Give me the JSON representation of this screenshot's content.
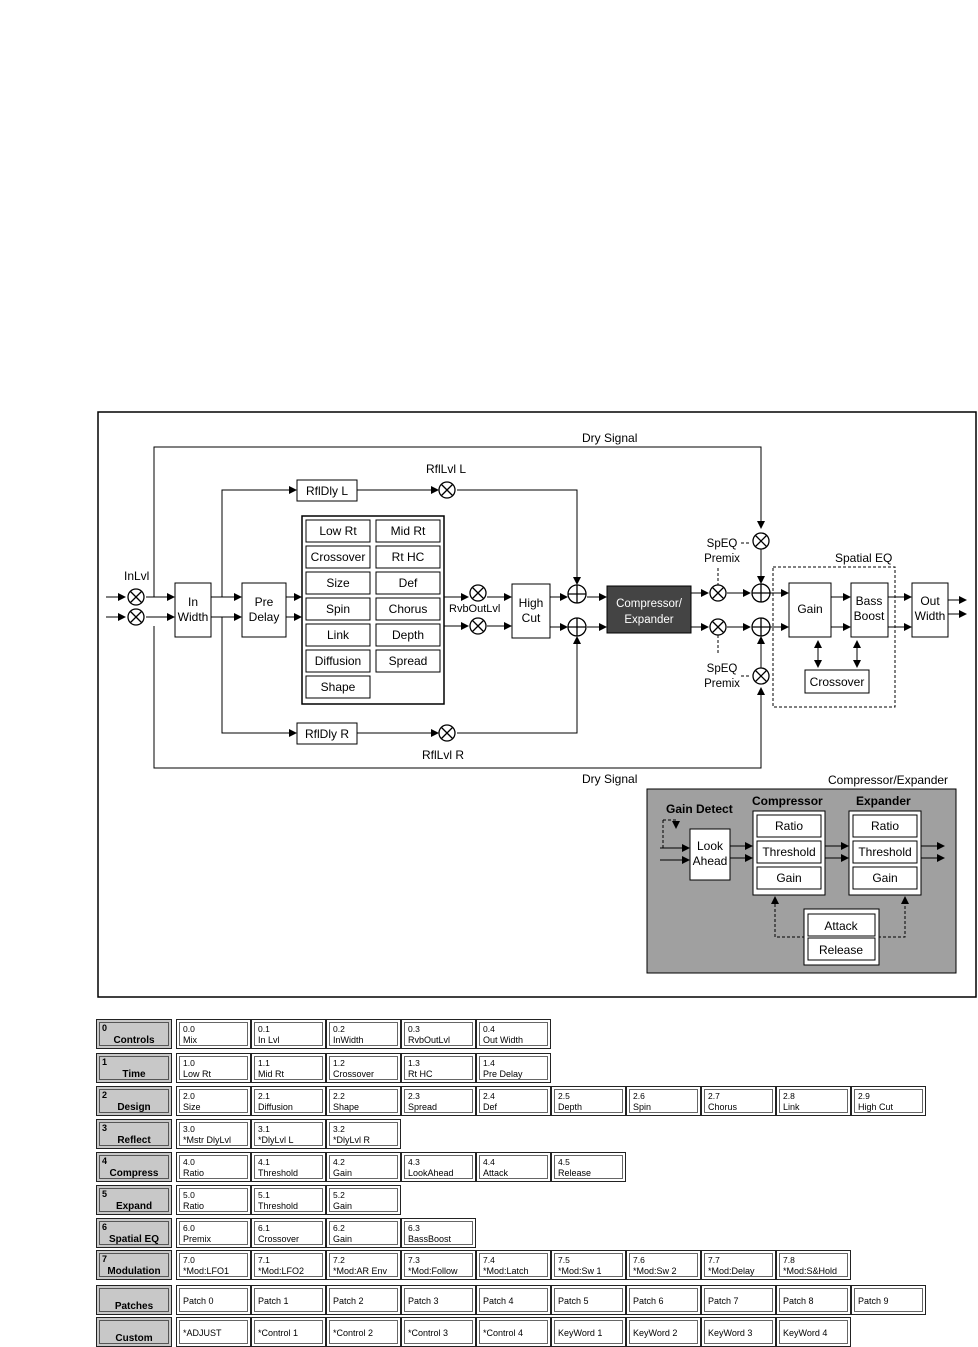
{
  "diagram": {
    "dry_signal_top": "Dry Signal",
    "dry_signal_bottom": "Dry Signal",
    "in_lvl": "InLvl",
    "in_width": [
      "In",
      "Width"
    ],
    "pre_delay": [
      "Pre",
      "Delay"
    ],
    "rfl_dly_l": "RflDly L",
    "rfl_dly_r": "RflDly R",
    "rfl_lvl_l": "RflLvl L",
    "rfl_lvl_r": "RflLvl R",
    "reverb_params_left": [
      "Low Rt",
      "Crossover",
      "Size",
      "Spin",
      "Link",
      "Diffusion",
      "Shape"
    ],
    "reverb_params_right": [
      "Mid Rt",
      "Rt HC",
      "Def",
      "Chorus",
      "Depth",
      "Spread"
    ],
    "rvb_out_lvl": "RvbOutLvl",
    "high_cut": [
      "High",
      "Cut"
    ],
    "compressor_expander_block": [
      "Compressor/",
      "Expander"
    ],
    "speq_premix_top": [
      "SpEQ",
      "Premix"
    ],
    "speq_premix_bottom": [
      "SpEQ",
      "Premix"
    ],
    "spatial_eq_title": "Spatial EQ",
    "gain": "Gain",
    "bass_boost": [
      "Bass",
      "Boost"
    ],
    "crossover": "Crossover",
    "out_width": [
      "Out",
      "Width"
    ],
    "comp_exp_panel_title": "Compressor/Expander",
    "gain_detect": "Gain Detect",
    "look_ahead": [
      "Look",
      "Ahead"
    ],
    "compressor_title": "Compressor",
    "expander_title": "Expander",
    "compressor_params": [
      "Ratio",
      "Threshold",
      "Gain"
    ],
    "expander_params": [
      "Ratio",
      "Threshold",
      "Gain"
    ],
    "attack": "Attack",
    "release": "Release"
  },
  "param_table": [
    {
      "num": "0",
      "name": "Controls",
      "cells": [
        {
          "num": "0.0",
          "name": "Mix"
        },
        {
          "num": "0.1",
          "name": "In Lvl"
        },
        {
          "num": "0.2",
          "name": "InWidth"
        },
        {
          "num": "0.3",
          "name": "RvbOutLvl"
        },
        {
          "num": "0.4",
          "name": "Out Width"
        }
      ]
    },
    {
      "num": "1",
      "name": "Time",
      "cells": [
        {
          "num": "1.0",
          "name": "Low Rt"
        },
        {
          "num": "1.1",
          "name": "Mid Rt"
        },
        {
          "num": "1.2",
          "name": "Crossover"
        },
        {
          "num": "1.3",
          "name": "Rt HC"
        },
        {
          "num": "1.4",
          "name": "Pre Delay"
        }
      ]
    },
    {
      "num": "2",
      "name": "Design",
      "cells": [
        {
          "num": "2.0",
          "name": "Size"
        },
        {
          "num": "2.1",
          "name": "Diffusion"
        },
        {
          "num": "2.2",
          "name": "Shape"
        },
        {
          "num": "2.3",
          "name": "Spread"
        },
        {
          "num": "2.4",
          "name": "Def"
        },
        {
          "num": "2.5",
          "name": "Depth"
        },
        {
          "num": "2.6",
          "name": "Spin"
        },
        {
          "num": "2.7",
          "name": "Chorus"
        },
        {
          "num": "2.8",
          "name": "Link"
        },
        {
          "num": "2.9",
          "name": "High Cut"
        }
      ]
    },
    {
      "num": "3",
      "name": "Reflect",
      "cells": [
        {
          "num": "3.0",
          "name": "*Mstr DlyLvl"
        },
        {
          "num": "3.1",
          "name": "*DlyLvl L"
        },
        {
          "num": "3.2",
          "name": "*DlyLvl R"
        }
      ]
    },
    {
      "num": "4",
      "name": "Compress",
      "cells": [
        {
          "num": "4.0",
          "name": "Ratio"
        },
        {
          "num": "4.1",
          "name": "Threshold"
        },
        {
          "num": "4.2",
          "name": "Gain"
        },
        {
          "num": "4.3",
          "name": "LookAhead"
        },
        {
          "num": "4.4",
          "name": "Attack"
        },
        {
          "num": "4.5",
          "name": "Release"
        }
      ]
    },
    {
      "num": "5",
      "name": "Expand",
      "cells": [
        {
          "num": "5.0",
          "name": "Ratio"
        },
        {
          "num": "5.1",
          "name": "Threshold"
        },
        {
          "num": "5.2",
          "name": "Gain"
        }
      ]
    },
    {
      "num": "6",
      "name": "Spatial EQ",
      "cells": [
        {
          "num": "6.0",
          "name": "Premix"
        },
        {
          "num": "6.1",
          "name": "Crossover"
        },
        {
          "num": "6.2",
          "name": "Gain"
        },
        {
          "num": "6.3",
          "name": "BassBoost"
        }
      ]
    },
    {
      "num": "7",
      "name": "Modulation",
      "cells": [
        {
          "num": "7.0",
          "name": "*Mod:LFO1"
        },
        {
          "num": "7.1",
          "name": "*Mod:LFO2"
        },
        {
          "num": "7.2",
          "name": "*Mod:AR Env"
        },
        {
          "num": "7.3",
          "name": "*Mod:Follow"
        },
        {
          "num": "7.4",
          "name": "*Mod:Latch"
        },
        {
          "num": "7.5",
          "name": "*Mod:Sw 1"
        },
        {
          "num": "7.6",
          "name": "*Mod:Sw 2"
        },
        {
          "num": "7.7",
          "name": "*Mod:Delay"
        },
        {
          "num": "7.8",
          "name": "*Mod:S&Hold"
        }
      ]
    },
    {
      "num": "",
      "name": "Patches",
      "cells": [
        {
          "num": "",
          "name": "Patch 0"
        },
        {
          "num": "",
          "name": "Patch 1"
        },
        {
          "num": "",
          "name": "Patch 2"
        },
        {
          "num": "",
          "name": "Patch 3"
        },
        {
          "num": "",
          "name": "Patch 4"
        },
        {
          "num": "",
          "name": "Patch 5"
        },
        {
          "num": "",
          "name": "Patch 6"
        },
        {
          "num": "",
          "name": "Patch 7"
        },
        {
          "num": "",
          "name": "Patch 8"
        },
        {
          "num": "",
          "name": "Patch 9"
        }
      ]
    },
    {
      "num": "",
      "name": "Custom",
      "cells": [
        {
          "num": "",
          "name": "*ADJUST"
        },
        {
          "num": "",
          "name": "*Control 1"
        },
        {
          "num": "",
          "name": "*Control 2"
        },
        {
          "num": "",
          "name": "*Control 3"
        },
        {
          "num": "",
          "name": "*Control 4"
        },
        {
          "num": "",
          "name": "KeyWord 1"
        },
        {
          "num": "",
          "name": "KeyWord 2"
        },
        {
          "num": "",
          "name": "KeyWord 3"
        },
        {
          "num": "",
          "name": "KeyWord 4"
        }
      ]
    }
  ]
}
